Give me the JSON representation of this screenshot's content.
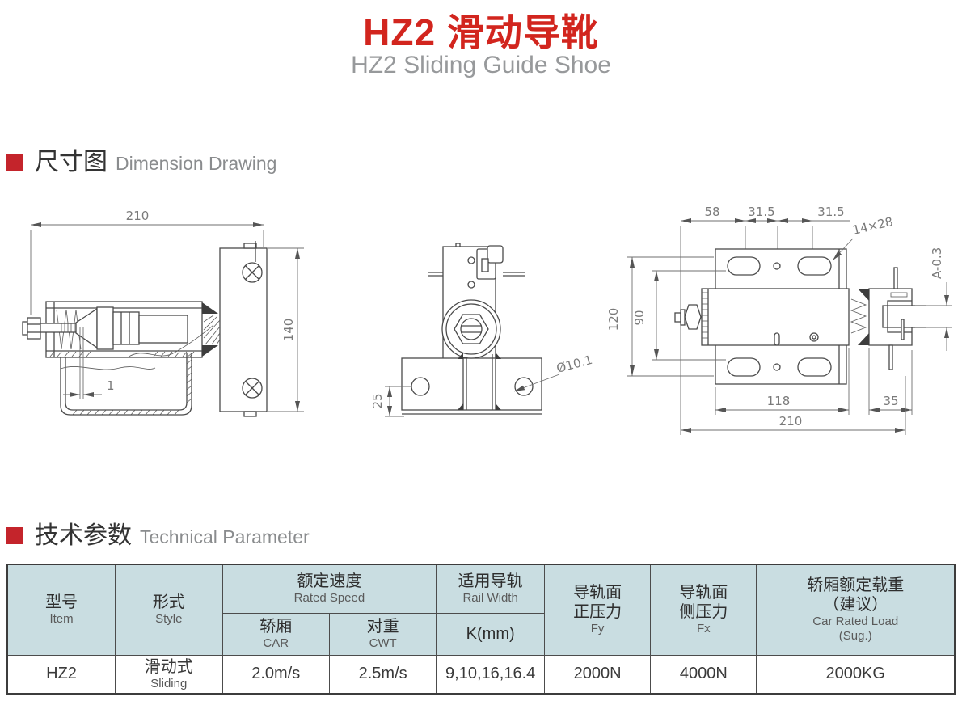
{
  "title": {
    "zh": "HZ2 滑动导靴",
    "en": "HZ2 Sliding Guide Shoe"
  },
  "sections": {
    "dimension": {
      "zh": "尺寸图",
      "en": "Dimension Drawing"
    },
    "technical": {
      "zh": "技术参数",
      "en": "Technical Parameter"
    }
  },
  "drawings": {
    "side": {
      "d210": "210",
      "d140": "140",
      "d1": "1"
    },
    "front": {
      "d25": "25",
      "hole": "Ø10.1"
    },
    "plan": {
      "d58": "58",
      "d315a": "31.5",
      "d315b": "31.5",
      "slot": "14×28",
      "d120": "120",
      "d90": "90",
      "d118": "118",
      "d35": "35",
      "d210": "210",
      "jaw": "A-0.3"
    }
  },
  "table": {
    "header": {
      "item_zh": "型号",
      "item_en": "Item",
      "style_zh": "形式",
      "style_en": "Style",
      "speed_zh": "额定速度",
      "speed_en": "Rated Speed",
      "car_zh": "轿厢",
      "car_en": "CAR",
      "cwt_zh": "对重",
      "cwt_en": "CWT",
      "rail_zh": "适用导轨",
      "rail_en": "Rail Width",
      "k": "K(mm)",
      "fy_zh1": "导轨面",
      "fy_zh2": "正压力",
      "fy_en": "Fy",
      "fx_zh1": "导轨面",
      "fx_zh2": "侧压力",
      "fx_en": "Fx",
      "load_zh1": "轿厢额定载重",
      "load_zh2": "（建议）",
      "load_en1": "Car Rated Load",
      "load_en2": "(Sug.)"
    },
    "row": {
      "item": "HZ2",
      "style_zh": "滑动式",
      "style_en": "Sliding",
      "car": "2.0m/s",
      "cwt": "2.5m/s",
      "k": "9,10,16,16.4",
      "fy": "2000N",
      "fx": "4000N",
      "load": "2000KG"
    }
  },
  "colors": {
    "accent_red": "#d2251e",
    "bullet_red": "#c4242b",
    "table_header_bg": "#c9dde1",
    "subtitle_gray": "#97999b",
    "drawing_line": "#4a4a4a"
  }
}
